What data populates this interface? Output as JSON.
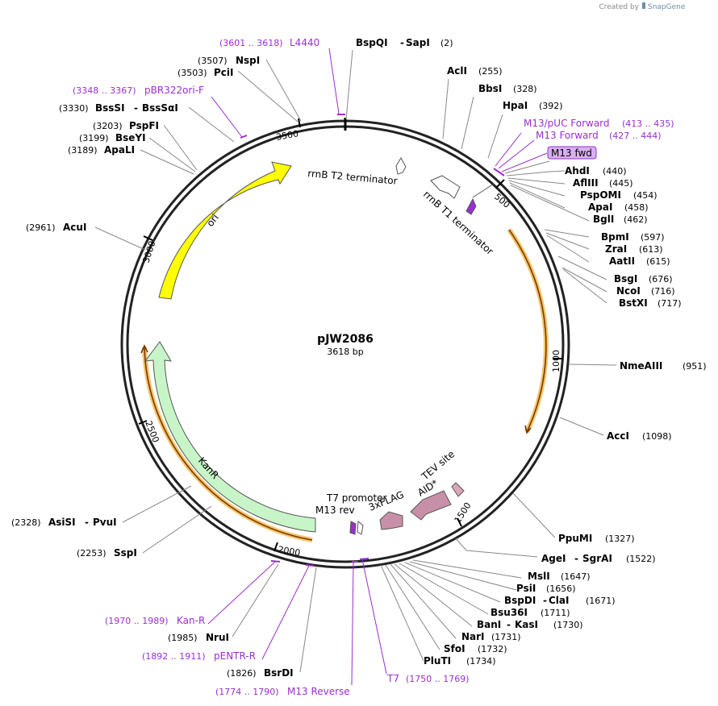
{
  "plasmid": {
    "name": "pJW2086",
    "size_label": "3618 bp"
  },
  "credit": {
    "prefix": "Created by",
    "brand": "SnapGene"
  },
  "ticks": [
    "500",
    "1000",
    "1500",
    "2000",
    "2500",
    "3000",
    "3500"
  ],
  "features": [
    {
      "label": "ori",
      "color": "#ffff00"
    },
    {
      "label": "KanR",
      "color": "#c8f5c8"
    },
    {
      "label": "rrnB T2 terminator",
      "color": "#ffffff"
    },
    {
      "label": "rrnB T1 terminator",
      "color": "#ffffff"
    },
    {
      "label": "TEV site",
      "color": "#d8a8b8"
    },
    {
      "label": "AID*",
      "color": "#c890a8"
    },
    {
      "label": "3xFLAG",
      "color": "#c890a8"
    },
    {
      "label": "T7 promoter",
      "color": "#ffffff"
    },
    {
      "label": "M13 rev",
      "color": "#9a2fd0"
    },
    {
      "label": "M13 fwd",
      "color": "#d8b0f0"
    }
  ],
  "sites_right": [
    {
      "name": "BspQI",
      "name2": "SapI",
      "pos": "(2)"
    },
    {
      "name": "AclI",
      "pos": "(255)"
    },
    {
      "name": "BbsI",
      "pos": "(328)"
    },
    {
      "name": "HpaI",
      "pos": "(392)"
    },
    {
      "name": "AhdI",
      "pos": "(440)"
    },
    {
      "name": "AflIII",
      "pos": "(445)"
    },
    {
      "name": "PspOMI",
      "pos": "(454)"
    },
    {
      "name": "ApaI",
      "pos": "(458)"
    },
    {
      "name": "BglI",
      "pos": "(462)"
    },
    {
      "name": "BpmI",
      "pos": "(597)"
    },
    {
      "name": "ZraI",
      "pos": "(613)"
    },
    {
      "name": "AatII",
      "pos": "(615)"
    },
    {
      "name": "BsgI",
      "pos": "(676)"
    },
    {
      "name": "NcoI",
      "pos": "(716)"
    },
    {
      "name": "BstXI",
      "pos": "(717)"
    },
    {
      "name": "NmeAIII",
      "pos": "(951)"
    },
    {
      "name": "AccI",
      "pos": "(1098)"
    },
    {
      "name": "PpuMI",
      "pos": "(1327)"
    },
    {
      "name": "AgeI",
      "name2": "SgrAI",
      "pos": "(1522)"
    },
    {
      "name": "MslI",
      "pos": "(1647)"
    },
    {
      "name": "PsiI",
      "pos": "(1656)"
    },
    {
      "name": "BspDI",
      "name2": "ClaI",
      "pos": "(1671)"
    },
    {
      "name": "Bsu36I",
      "pos": "(1711)"
    },
    {
      "name": "BanI",
      "name2": "KasI",
      "pos": "(1730)"
    },
    {
      "name": "NarI",
      "pos": "(1731)"
    },
    {
      "name": "SfoI",
      "pos": "(1732)"
    },
    {
      "name": "PluTI",
      "pos": "(1734)"
    }
  ],
  "sites_left": [
    {
      "name": "NspI",
      "pos": "(3507)"
    },
    {
      "name": "PciI",
      "pos": "(3503)"
    },
    {
      "name": "BssSI",
      "name2": "BssSαI",
      "pos": "(3330)"
    },
    {
      "name": "PspFI",
      "pos": "(3203)"
    },
    {
      "name": "BseYI",
      "pos": "(3199)"
    },
    {
      "name": "ApaLI",
      "pos": "(3189)"
    },
    {
      "name": "AcuI",
      "pos": "(2961)"
    },
    {
      "name": "AsiSI",
      "name2": "PvuI",
      "pos": "(2328)"
    },
    {
      "name": "SspI",
      "pos": "(2253)"
    },
    {
      "name": "NruI",
      "pos": "(1985)"
    },
    {
      "name": "BsrDI",
      "pos": "(1826)"
    }
  ],
  "primers": [
    {
      "name": "L4440",
      "range": "(3601 .. 3618)"
    },
    {
      "name": "pBR322ori-F",
      "range": "(3348 .. 3367)"
    },
    {
      "name": "M13/pUC Forward",
      "range": "(413 .. 435)"
    },
    {
      "name": "M13 Forward",
      "range": "(427 .. 444)"
    },
    {
      "name": "Kan-R",
      "range": "(1970 .. 1989)"
    },
    {
      "name": "pENTR-R",
      "range": "(1892 .. 1911)"
    },
    {
      "name": "M13 Reverse",
      "range": "(1774 .. 1790)"
    },
    {
      "name": "T7",
      "range": "(1750 .. 1769)"
    }
  ]
}
